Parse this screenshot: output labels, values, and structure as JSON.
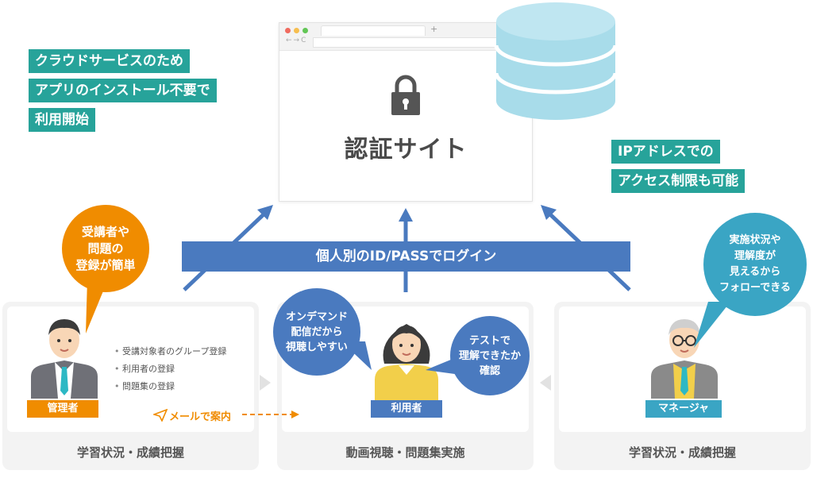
{
  "tags_left": [
    "クラウドサービスのため",
    "アプリのインストール不要で",
    "利用開始"
  ],
  "tags_right": [
    "IPアドレスでの",
    "アクセス制限も可能"
  ],
  "site_title": "認証サイト",
  "login_banner": "個人別のID/PASSでログイン",
  "panels": {
    "admin": {
      "role": "管理者",
      "label": "学習状況・成績把握"
    },
    "user": {
      "role": "利用者",
      "label": "動画視聴・問題集実施"
    },
    "manager": {
      "role": "マネージャ",
      "label": "学習状況・成績把握"
    }
  },
  "admin_bullets": [
    "受講対象者のグループ登録",
    "利用者の登録",
    "問題集の登録"
  ],
  "mail_label": "メールで案内",
  "bubbles": {
    "admin": [
      "受講者や",
      "問題の",
      "登録が簡単"
    ],
    "ondemand": [
      "オンデマンド",
      "配信だから",
      "視聴しやすい"
    ],
    "test": [
      "テストで",
      "理解できたか",
      "確認"
    ],
    "manager": [
      "実施状況や",
      "理解度が",
      "見えるから",
      "フォローできる"
    ]
  },
  "colors": {
    "teal": "#27a39a",
    "blue": "#4a7abf",
    "orange": "#f08c00",
    "cyan": "#3aa5c4",
    "db": "#a8dcea"
  }
}
